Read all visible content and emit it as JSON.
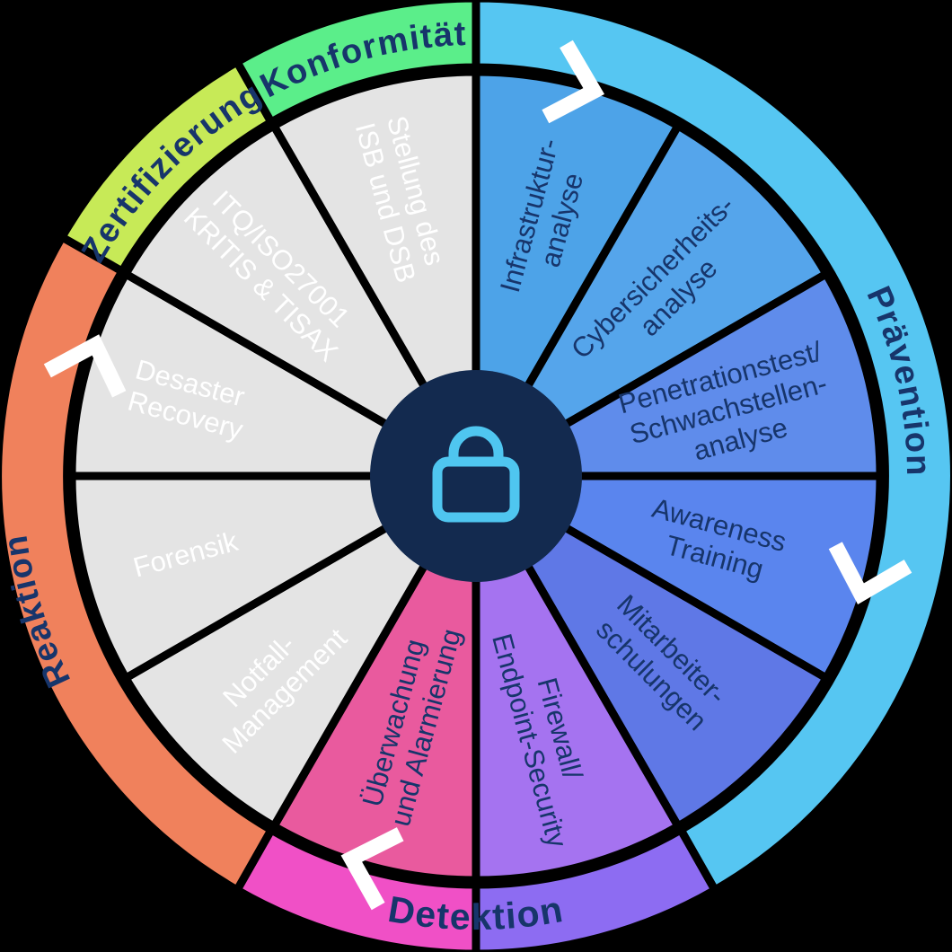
{
  "wheel": {
    "background": "#000000",
    "separator_color": "#000000",
    "center": {
      "icon": "lock",
      "circle_color": "#132a4f",
      "icon_color": "#4fc6f0"
    },
    "arrows": {
      "color": "#ffffff",
      "count": 4,
      "direction": "clockwise"
    },
    "text_colors": {
      "navy": "#17356b",
      "white": "#ffffff"
    },
    "categories": [
      {
        "label": "Prävention",
        "color": "#56c6f2"
      },
      {
        "label": "Detektion",
        "color_right": "#8d6cf2",
        "color_left": "#f050c6"
      },
      {
        "label": "Reaktion",
        "color": "#f0815c"
      },
      {
        "label": "Zertifizierung",
        "color": "#c7ea57"
      },
      {
        "label": "Konformität",
        "color": "#5bee8a"
      }
    ],
    "segments": [
      {
        "category": "Prävention",
        "color": "#4da3e8",
        "text_color": "#17356b",
        "lines": [
          "Infrastruktur-",
          "analyse"
        ]
      },
      {
        "category": "Prävention",
        "color": "#55a5eb",
        "text_color": "#17356b",
        "lines": [
          "Cybersicherheits-",
          "analyse"
        ]
      },
      {
        "category": "Prävention",
        "color": "#5f8ceb",
        "text_color": "#17356b",
        "lines": [
          "Penetrationstest/",
          "Schwachstellen-",
          "analyse"
        ]
      },
      {
        "category": "Prävention",
        "color": "#5a85ee",
        "text_color": "#17356b",
        "lines": [
          "Awareness",
          "Training"
        ]
      },
      {
        "category": "Prävention",
        "color": "#5f78e6",
        "text_color": "#17356b",
        "lines": [
          "Mitarbeiter-",
          "schulungen"
        ]
      },
      {
        "category": "Detektion",
        "color": "#a573f0",
        "text_color": "#17356b",
        "lines": [
          "Firewall/",
          "Endpoint-Security"
        ]
      },
      {
        "category": "Detektion",
        "color": "#e95a9e",
        "text_color": "#17356b",
        "lines": [
          "Überwachung",
          "und Alarmierung"
        ]
      },
      {
        "category": "Reaktion",
        "color": "#e4e4e4",
        "text_color": "#ffffff",
        "lines": [
          "Notfall-",
          "Management"
        ]
      },
      {
        "category": "Reaktion",
        "color": "#e4e4e4",
        "text_color": "#ffffff",
        "lines": [
          "Forensik"
        ]
      },
      {
        "category": "Reaktion",
        "color": "#e4e4e4",
        "text_color": "#ffffff",
        "lines": [
          "Desaster",
          "Recovery"
        ]
      },
      {
        "category": "Zertifizierung",
        "color": "#e4e4e4",
        "text_color": "#ffffff",
        "lines": [
          "ITQ/ISO27001",
          "KRITIS & TISAX"
        ]
      },
      {
        "category": "Konformität",
        "color": "#e4e4e4",
        "text_color": "#ffffff",
        "lines": [
          "Stellung des",
          "ISB und DSB"
        ]
      }
    ]
  }
}
